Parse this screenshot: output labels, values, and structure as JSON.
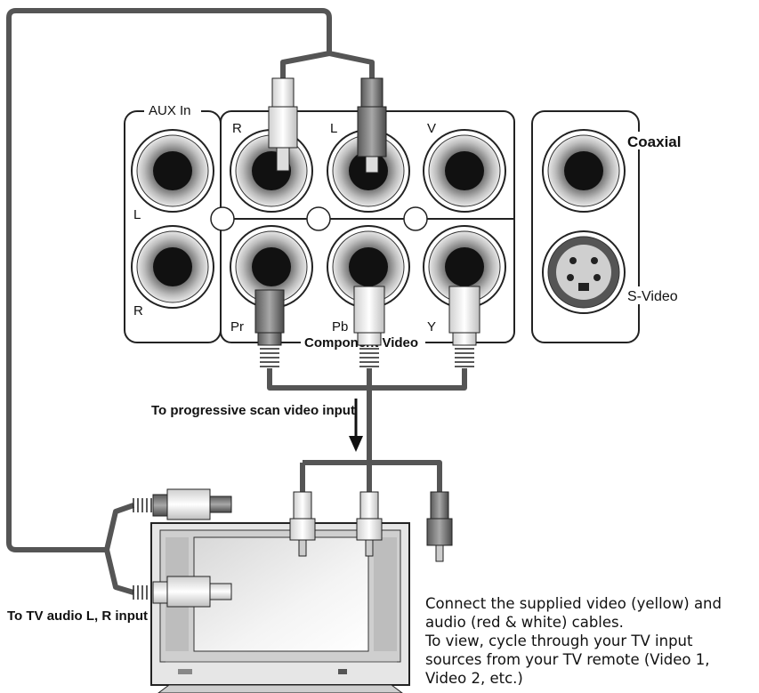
{
  "panel": {
    "aux_label": "AUX In",
    "aux_l": "L",
    "aux_r": "R",
    "top_r": "R",
    "top_l": "L",
    "top_v": "V",
    "pr": "Pr",
    "pb": "Pb",
    "y": "Y",
    "component_label": "Component Video",
    "coaxial": "Coaxial",
    "svideo": "S-Video"
  },
  "arrow_label": "To progressive scan video input",
  "tv_audio_label": "To TV audio L, R input",
  "instructions": [
    "Connect the supplied video (yellow) and",
    "audio (red & white) cables.",
    "To view, cycle through your TV input",
    "sources from your TV remote (Video 1,",
    "Video 2, etc.)"
  ]
}
